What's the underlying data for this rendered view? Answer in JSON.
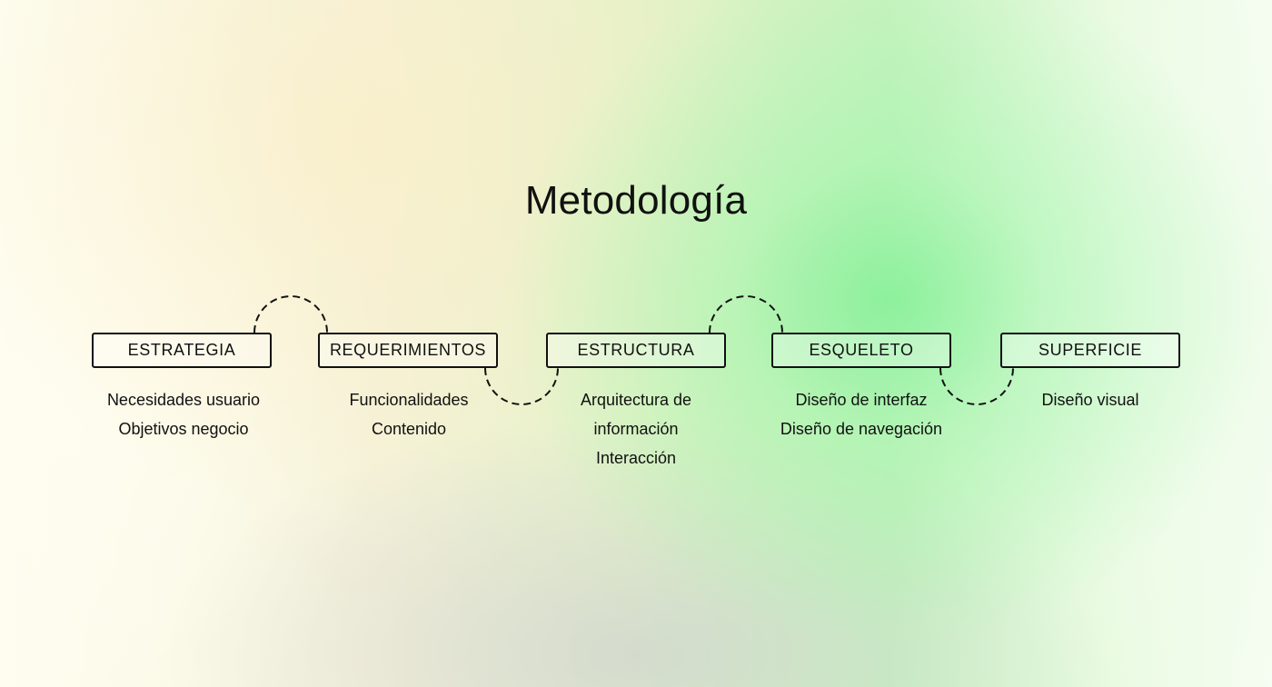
{
  "title": "Metodología",
  "stages": [
    {
      "label": "ESTRATEGIA",
      "items": [
        "Necesidades usuario",
        "Objetivos negocio"
      ]
    },
    {
      "label": "REQUERIMIENTOS",
      "items": [
        "Funcionalidades",
        "Contenido"
      ]
    },
    {
      "label": "ESTRUCTURA",
      "items": [
        "Arquitectura de",
        "información",
        "Interacción"
      ]
    },
    {
      "label": "ESQUELETO",
      "items": [
        "Diseño de interfaz",
        "Diseño de navegación"
      ]
    },
    {
      "label": "SUPERFICIE",
      "items": [
        "Diseño visual"
      ]
    }
  ],
  "colors": {
    "text": "#111111",
    "accent_green": "#9af5a8"
  }
}
